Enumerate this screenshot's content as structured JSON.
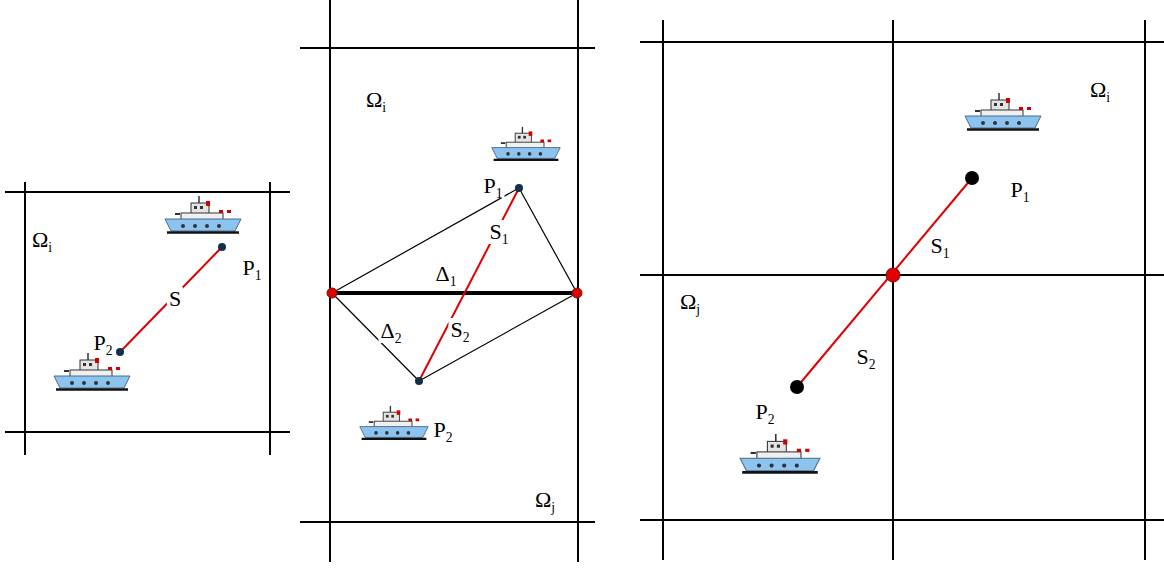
{
  "diagram": {
    "labels": [
      "Ωi",
      "P1",
      "S",
      "P2",
      "Ωi",
      "P1",
      "Δ1",
      "S1",
      "Δ2",
      "S2",
      "P2",
      "Ωj",
      "Ωi",
      "P1",
      "S1",
      "Ωj",
      "S2",
      "P2"
    ]
  }
}
